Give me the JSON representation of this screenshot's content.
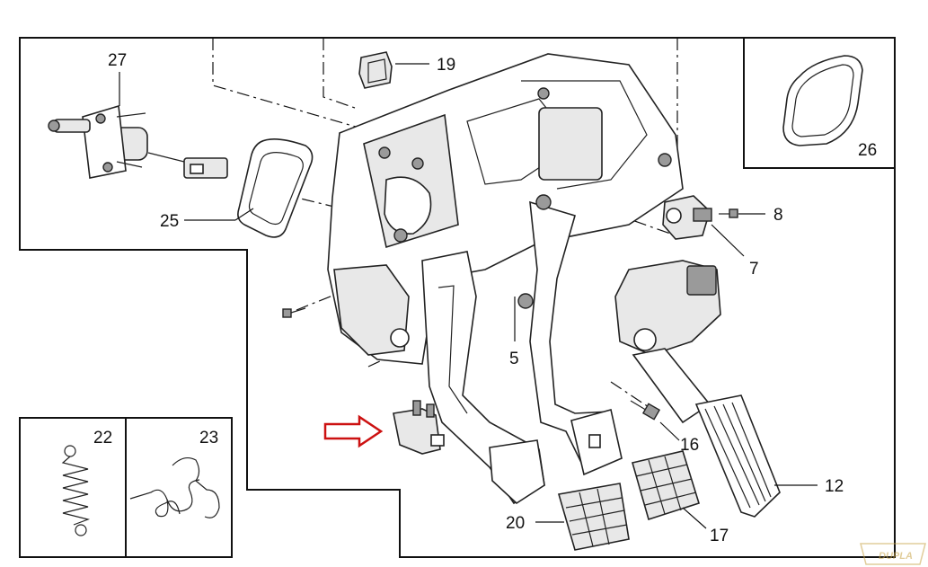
{
  "diagram": {
    "callouts": {
      "p27": "27",
      "p19": "19",
      "p26": "26",
      "p25": "25",
      "p8": "8",
      "p7": "7",
      "p5": "5",
      "p22": "22",
      "p23": "23",
      "p16": "16",
      "p12": "12",
      "p20": "20",
      "p17": "17"
    },
    "watermark": "DUPLA",
    "colors": {
      "line": "#111111",
      "highlight_arrow": "#cc1111",
      "watermark": "#c9a64a"
    }
  }
}
